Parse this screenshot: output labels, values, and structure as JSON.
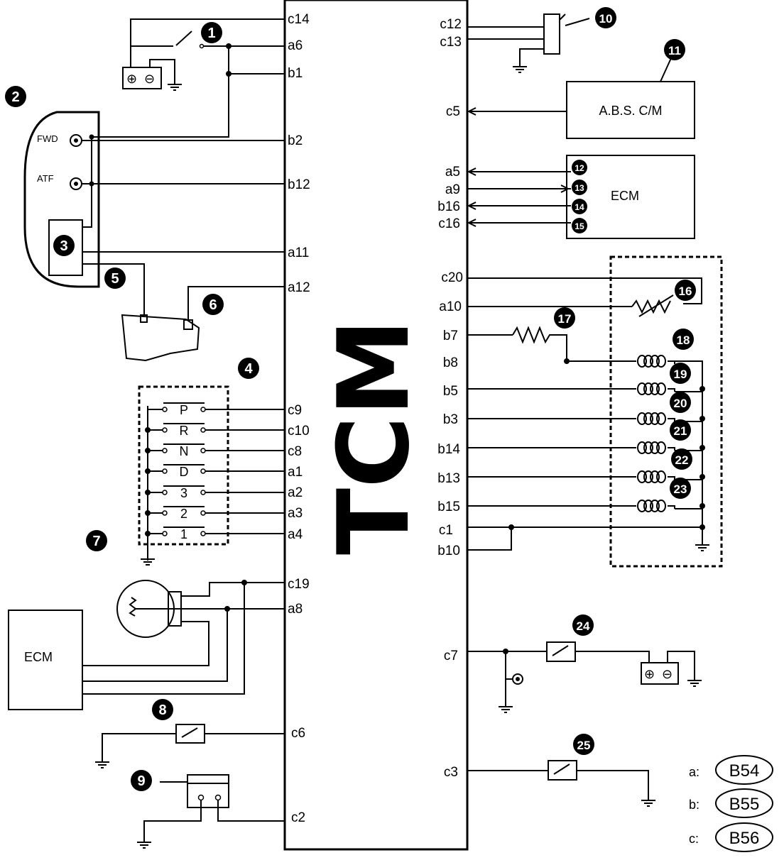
{
  "tcm": {
    "label": "TCM"
  },
  "left_pins": {
    "c14": "c14",
    "a6": "a6",
    "b1": "b1",
    "b2": "b2",
    "b12": "b12",
    "a11": "a11",
    "a12": "a12",
    "c9": "c9",
    "c10": "c10",
    "c8": "c8",
    "a1": "a1",
    "a2": "a2",
    "a3": "a3",
    "a4": "a4",
    "c19": "c19",
    "a8": "a8",
    "c6": "c6",
    "c2": "c2"
  },
  "right_pins": {
    "c12": "c12",
    "c13": "c13",
    "c5": "c5",
    "a5": "a5",
    "a9": "a9",
    "b16": "b16",
    "c16": "c16",
    "c20": "c20",
    "a10": "a10",
    "b7": "b7",
    "b8": "b8",
    "b5": "b5",
    "b3": "b3",
    "b14": "b14",
    "b13": "b13",
    "b15": "b15",
    "c1": "c1",
    "b10": "b10",
    "c7": "c7",
    "c3": "c3"
  },
  "labels": {
    "fwd": "FWD",
    "atf": "ATF",
    "abs": "A.B.S. C/M",
    "ecm_right": "ECM",
    "ecm_left": "ECM",
    "battery_plus": "⊕",
    "battery_minus": "⊖"
  },
  "shift_positions": [
    "P",
    "R",
    "N",
    "D",
    "3",
    "2",
    "1"
  ],
  "callouts": [
    "1",
    "2",
    "3",
    "4",
    "5",
    "6",
    "7",
    "8",
    "9",
    "10",
    "11",
    "12",
    "13",
    "14",
    "15",
    "16",
    "17",
    "18",
    "19",
    "20",
    "21",
    "22",
    "23",
    "24",
    "25"
  ],
  "connector_legend": [
    {
      "key": "a:",
      "code": "B54"
    },
    {
      "key": "b:",
      "code": "B55"
    },
    {
      "key": "c:",
      "code": "B56"
    }
  ]
}
